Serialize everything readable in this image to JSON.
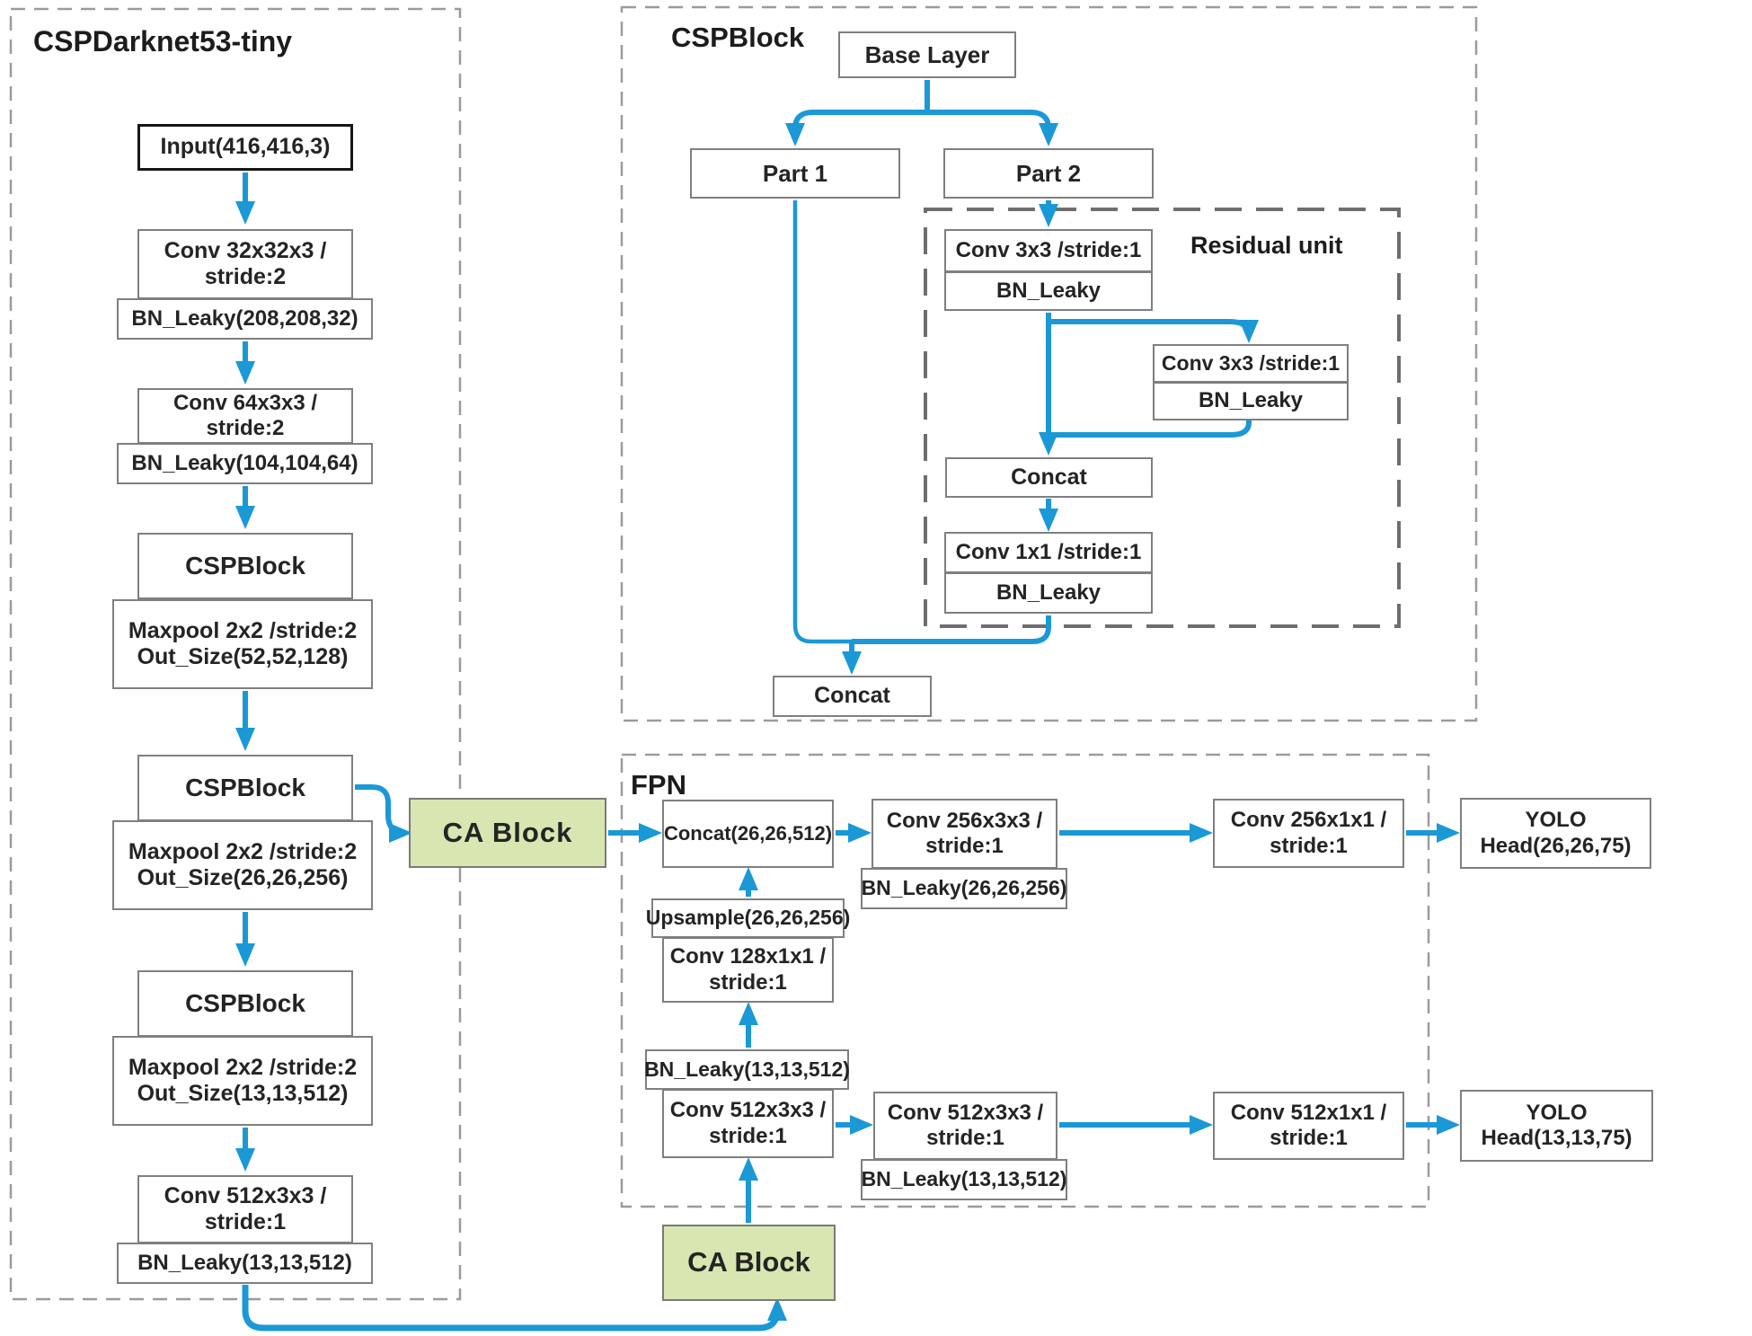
{
  "colors": {
    "accent_blue": "#1b98d6",
    "ca_green": "#d8e6b2",
    "panel_dash_gray": "#9b9b9b",
    "residual_dash_gray": "#6e6e6e",
    "box_border_gray": "#7f7f7f",
    "text_dark": "#242424"
  },
  "panels": {
    "backbone": {
      "title": "CSPDarknet53-tiny"
    },
    "cspblock": {
      "title": "CSPBlock",
      "residual_label": "Residual unit"
    },
    "fpn": {
      "title": "FPN"
    }
  },
  "labels": {
    "input": "Input(416,416,3)",
    "conv32": "Conv 32x32x3 /\nstride:2",
    "bn208": "BN_Leaky(208,208,32)",
    "conv64": "Conv 64x3x3 /\nstride:2",
    "bn104": "BN_Leaky(104,104,64)",
    "csp1": "CSPBlock",
    "mp52": "Maxpool 2x2 /stride:2\nOut_Size(52,52,128)",
    "csp2": "CSPBlock",
    "mp26": "Maxpool 2x2 /stride:2\nOut_Size(26,26,256)",
    "csp3": "CSPBlock",
    "mp13": "Maxpool 2x2 /stride:2\nOut_Size(13,13,512)",
    "conv512": "Conv 512x3x3 /\nstride:1",
    "bn13": "BN_Leaky(13,13,512)",
    "ca_mid": "CA Block",
    "ca_bottom": "CA Block",
    "base_layer": "Base Layer",
    "part1": "Part 1",
    "part2": "Part 2",
    "conv3a": "Conv 3x3 /stride:1",
    "bn_a": "BN_Leaky",
    "conv3b": "Conv 3x3 /stride:1",
    "bn_b": "BN_Leaky",
    "concat1": "Concat",
    "conv1x1": "Conv 1x1 /stride:1",
    "bn_c": "BN_Leaky",
    "concat2": "Concat",
    "concat26": "Concat(26,26,512)",
    "conv256_3": "Conv 256x3x3 /\nstride:1",
    "bn26": "BN_Leaky(26,26,256)",
    "conv256_1": "Conv 256x1x1 /\nstride:1",
    "yolo26": "YOLO\nHead(26,26,75)",
    "upsample": "Upsample(26,26,256)",
    "conv128": "Conv 128x1x1 /\nstride:1",
    "bn13_up": "BN_Leaky(13,13,512)",
    "conv512_a": "Conv 512x3x3 /\nstride:1",
    "conv512_b": "Conv 512x3x3 /\nstride:1",
    "bn13_b": "BN_Leaky(13,13,512)",
    "conv512_1": "Conv 512x1x1 /\nstride:1",
    "yolo13": "YOLO\nHead(13,13,75)"
  }
}
